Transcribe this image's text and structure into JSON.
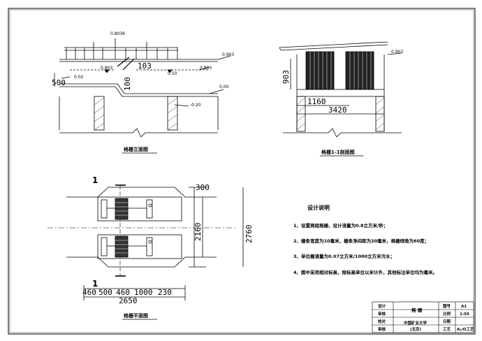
{
  "views": {
    "elevation": {
      "caption": "格栅立面图",
      "levels": {
        "top_right": "0.903",
        "mid_right": "0.803",
        "left_low": "0.02",
        "right_zero": "0.00",
        "bottom": "-0.20",
        "mid_a": "0.803",
        "mid_b": "0.50"
      },
      "dims": {
        "left": "500",
        "step": "103",
        "vert": "100",
        "tiny": "0.8036"
      }
    },
    "section": {
      "caption": "格栅1-1剖面图",
      "level": "0.903",
      "dims": {
        "height": "903",
        "inner": "1160",
        "width": "3420"
      }
    },
    "plan": {
      "caption": "格栅平面图",
      "section_mark": "1",
      "dims": {
        "top": "300",
        "mid_v": "2160",
        "outer_v": "2760",
        "b1": "460",
        "b2": "500",
        "b3": "460",
        "b4": "1000",
        "b5": "230",
        "total": "2650"
      }
    }
  },
  "notes": {
    "title": "设计说明",
    "items": [
      "1、设置两组格栅，设计流量为0.8立方米/秒；",
      "2、栅条宽度为10毫米，栅条净间距为20毫米，格栅倾角为60度；",
      "3、单位栅渣量为0.07立方米/1000立方米污水；",
      "4、图中采用相对标高，除标高单位以米计外，其他标注单位均为毫米。"
    ]
  },
  "title_block": {
    "design": "设计",
    "review": "审核",
    "check": "校对",
    "approve": "审核",
    "drawing_name": "格 栅",
    "school": "中国矿业大学",
    "school_sub": "(北京)",
    "fig_no_label": "图号",
    "fig_no": "A1",
    "scale_label": "比例",
    "scale": "1:50",
    "date_label": "日期",
    "craft_label": "工艺",
    "craft": "A₂/O工艺"
  }
}
